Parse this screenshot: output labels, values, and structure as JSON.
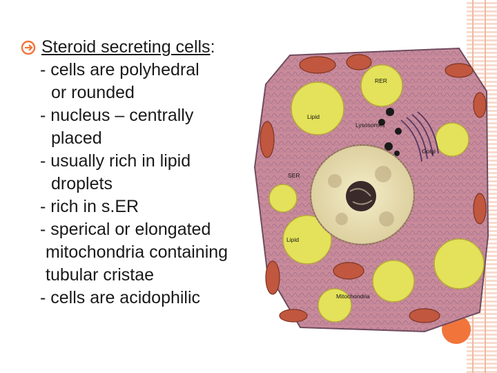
{
  "slide": {
    "heading": "Steroid secreting cells",
    "heading_suffix": ":",
    "lines": [
      "- cells are polyhedral",
      "or rounded",
      "- nucleus – centrally",
      "placed",
      "- usually rich in lipid",
      "droplets",
      "- rich in s.ER",
      "- sperical or elongated",
      "mitochondria containing",
      "tubular cristae",
      "- cells are acidophilic"
    ]
  },
  "figure": {
    "labels": {
      "rer": "RER",
      "lipid_top": "Lipid",
      "lysosomes": "Lysosomes",
      "golgi": "Golgi",
      "ser": "SER",
      "lipid_bottom": "Lipid",
      "mitochondria": "Mitochondria"
    }
  },
  "colors": {
    "accent": "#f1753b",
    "cytoplasm": "#c98a9a",
    "lipid": "#e3e25a",
    "mitochondria": "#c0573e",
    "nucleus": "#ece3b8"
  }
}
